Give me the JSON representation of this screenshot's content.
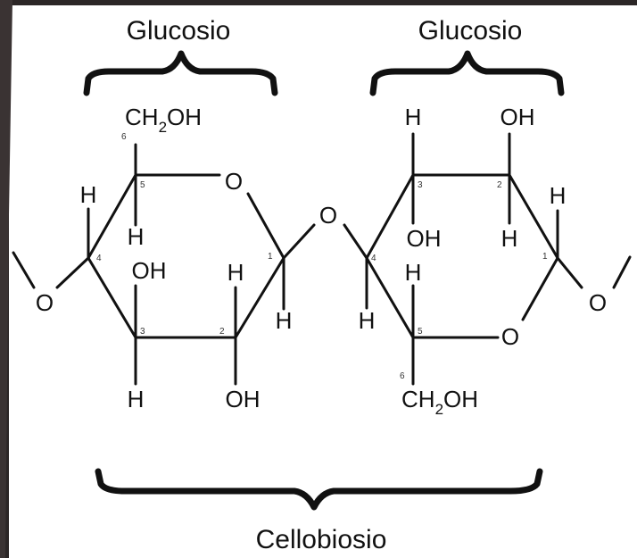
{
  "labels": {
    "left_unit": "Glucosio",
    "right_unit": "Glucosio",
    "whole": "Cellobiosio"
  },
  "atoms": {
    "ring_o_left": "O",
    "ring_o_right": "O",
    "bridge_o": "O",
    "end_o_left": "O",
    "end_o_right": "O",
    "h": "H",
    "oh": "OH",
    "ch2oh_c": "CH",
    "ch2oh_sub": "2",
    "ch2oh_oh": "OH"
  },
  "carbon_numbers": {
    "left": [
      "1",
      "2",
      "3",
      "4",
      "5",
      "6"
    ],
    "right": [
      "1",
      "2",
      "3",
      "4",
      "5",
      "6"
    ]
  },
  "colors": {
    "background": "#ffffff",
    "frame": "#2b2626",
    "ink": "#111111"
  }
}
